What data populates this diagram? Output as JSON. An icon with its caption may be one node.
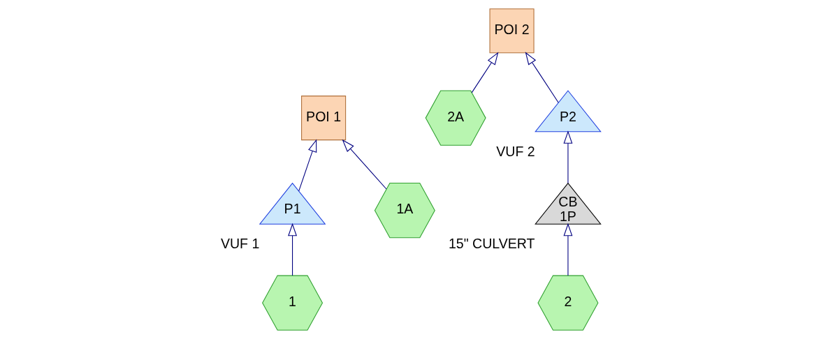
{
  "diagram": {
    "nodes": [
      {
        "text": [
          "POI 1"
        ]
      },
      {
        "text": [
          "P1"
        ],
        "beside": [
          "VUF 1"
        ]
      },
      {
        "text": [
          "1A"
        ]
      },
      {
        "text": [
          "1"
        ]
      },
      {
        "text": [
          "2A"
        ]
      },
      {
        "text": [
          "POI 2"
        ]
      },
      {
        "text": [
          "CB",
          "1P"
        ],
        "beside": [
          "15\" CULVERT"
        ]
      },
      {
        "text": [
          "P2"
        ],
        "beside": [
          "VUF 2"
        ]
      },
      {
        "text": [
          "2"
        ]
      }
    ],
    "edges": [
      {
        "from": 1,
        "to": 0,
        "arrow": "to"
      },
      {
        "from": 2,
        "to": 0,
        "arrow": "to"
      },
      {
        "from": 3,
        "to": 1,
        "arrow": "to"
      },
      {
        "from": 4,
        "to": 5,
        "arrow": "to"
      },
      {
        "from": 7,
        "to": 5,
        "arrow": "to"
      },
      {
        "from": 6,
        "to": 7,
        "arrow": "to"
      },
      {
        "from": 8,
        "to": 6,
        "arrow": "to"
      }
    ]
  }
}
